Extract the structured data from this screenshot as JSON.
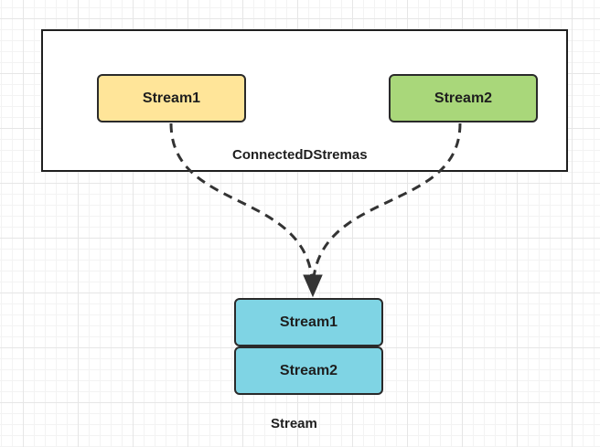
{
  "group": {
    "label": "ConnectedDStremas"
  },
  "inputs": [
    {
      "label": "Stream1",
      "fill": "#ffe599",
      "border": "#2a2a2a"
    },
    {
      "label": "Stream2",
      "fill": "#a9d77a",
      "border": "#2a2a2a"
    }
  ],
  "output": {
    "label": "Stream",
    "fill": "#7fd4e4",
    "parts": [
      {
        "label": "Stream1"
      },
      {
        "label": "Stream2"
      }
    ]
  },
  "connectors": {
    "style": "dashed",
    "arrow": "arrow-down",
    "color": "#333333"
  }
}
